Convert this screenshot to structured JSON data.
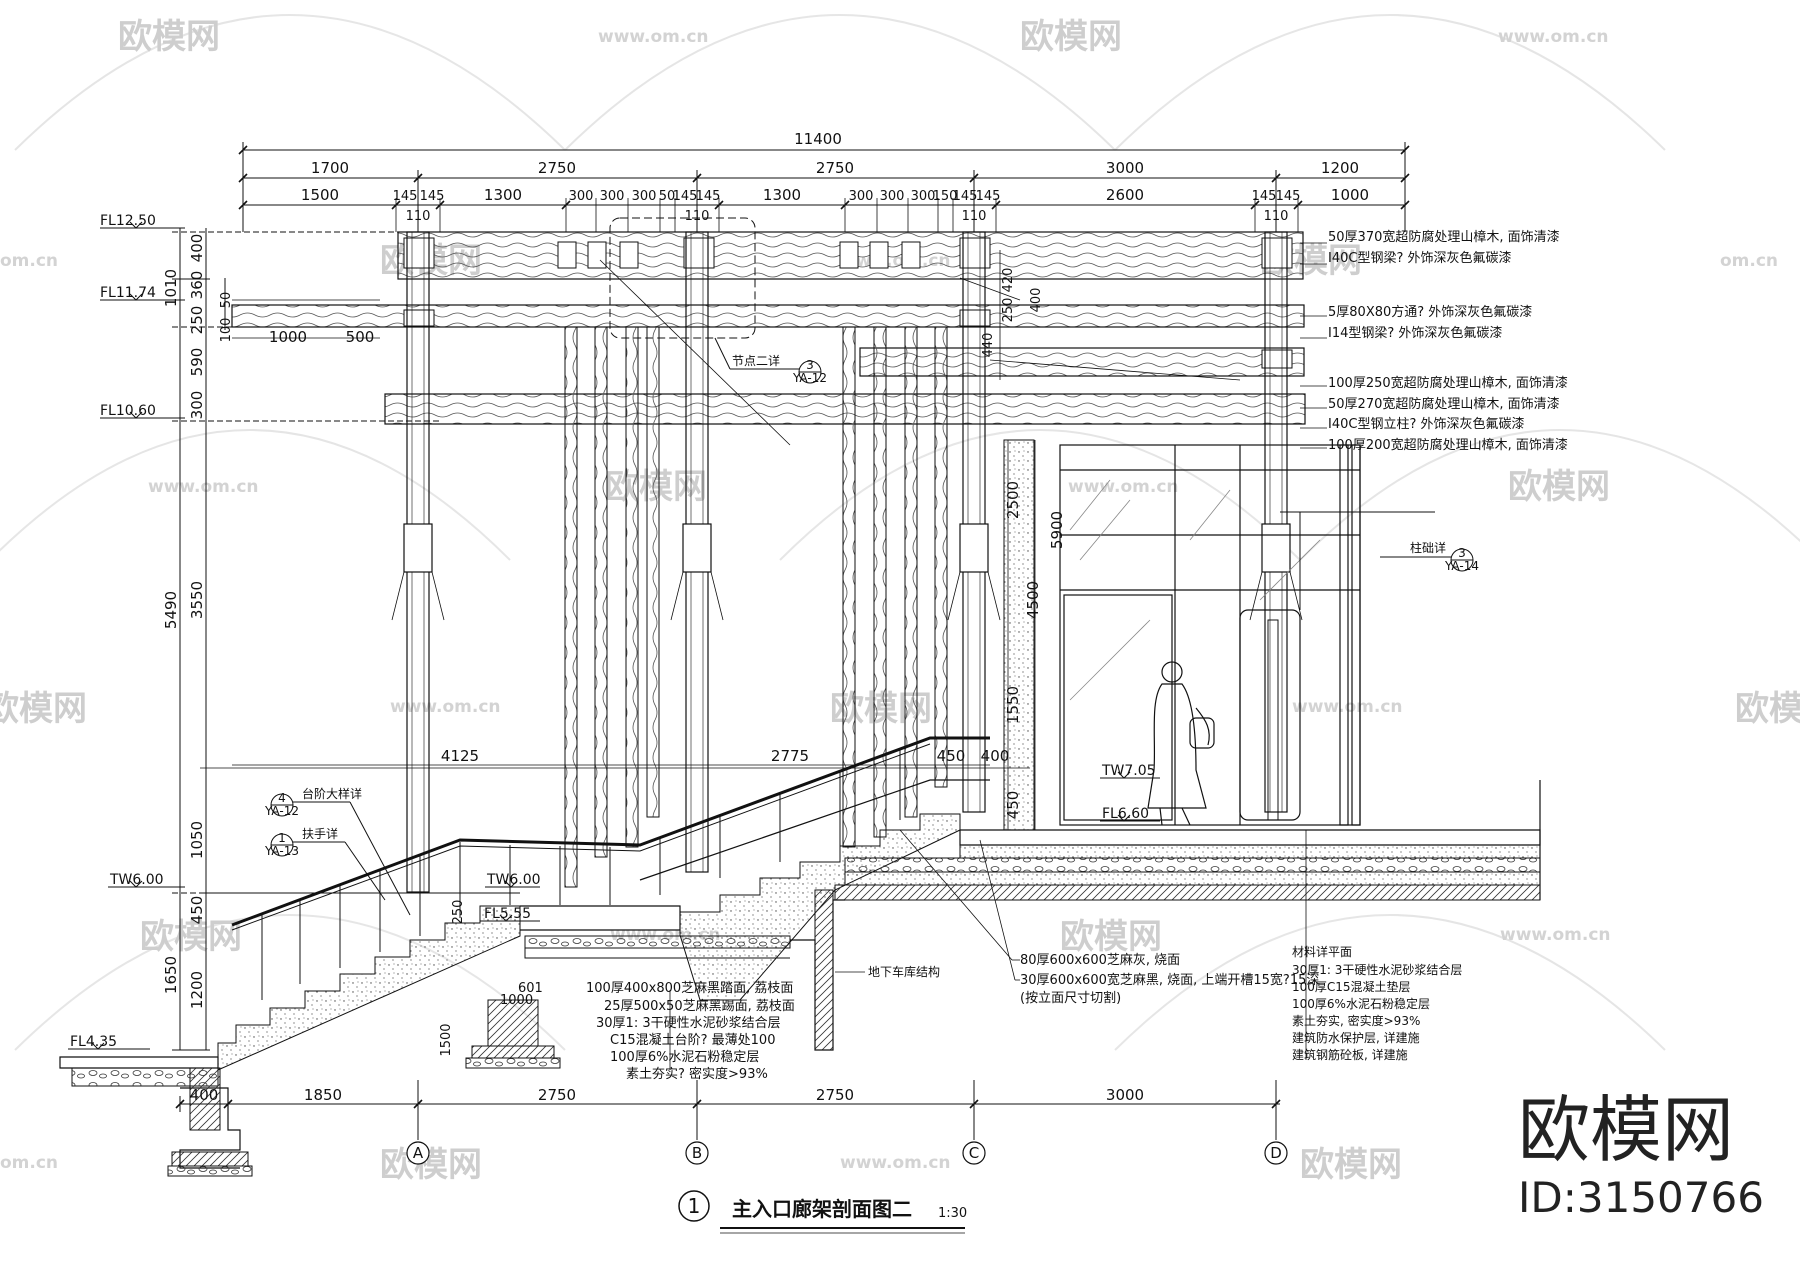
{
  "title": {
    "number": "1",
    "text": "主入口廊架剖面图二",
    "scale": "1:30"
  },
  "brand": {
    "name": "欧模网",
    "id": "ID:3150766",
    "watermark": "欧模网",
    "watermark_url": "www.om.cn",
    "watermark_url_fragment": "om.cn",
    "watermark_partial": "欧模网"
  },
  "top_dimensions": {
    "overall": "11400",
    "row2": [
      "1700",
      "2750",
      "2750",
      "3000",
      "1200"
    ],
    "row3": [
      "1500",
      "145",
      "145",
      "1300",
      "300",
      "300",
      "300",
      "50",
      "145",
      "145",
      "1300",
      "300",
      "300",
      "300",
      "150",
      "145",
      "145",
      "2600",
      "145",
      "145",
      "1000"
    ],
    "sub": [
      "110",
      "110",
      "110",
      "110"
    ]
  },
  "bottom_dimensions": [
    "400",
    "1850",
    "2750",
    "2750",
    "3000"
  ],
  "axes": [
    "A",
    "B",
    "C",
    "D"
  ],
  "levels": {
    "fl1250": "FL12.50",
    "fl1174": "FL11.74",
    "fl1060": "FL10.60",
    "tw600_left": "TW6.00",
    "tw600_mid": "TW6.00",
    "fl555": "FL5.55",
    "fl435": "FL4.35",
    "tw705": "TW7.05",
    "fl660": "FL6.60"
  },
  "left_dimensions": {
    "outer": [
      "1010",
      "5490",
      "1650"
    ],
    "inner": [
      "400",
      "360",
      "250",
      "590",
      "300",
      "3550",
      "1050",
      "450",
      "1200"
    ],
    "small": [
      "50",
      "100"
    ]
  },
  "inline_dimensions": {
    "beam_ext": [
      "1000",
      "500"
    ],
    "railing": [
      "4125",
      "2775",
      "450",
      "400"
    ],
    "mid_vertical": [
      "420",
      "250",
      "440",
      "400"
    ],
    "right_vertical": [
      "2500",
      "5900",
      "4500",
      "1550",
      "450"
    ],
    "stair_step": "250",
    "stair_detail": [
      "601",
      "1000",
      "1500"
    ]
  },
  "callouts": {
    "node2": {
      "label": "节点二详",
      "num": "3",
      "sheet": "YA-12"
    },
    "column": {
      "label": "柱础详",
      "num": "3",
      "sheet": "YA-14"
    },
    "stair": {
      "label": "台阶大样详",
      "num": "4",
      "sheet": "YA-12"
    },
    "handrail": {
      "label": "扶手详",
      "num": "1",
      "sheet": "YA-13"
    }
  },
  "right_notes": [
    "50厚370宽超防腐处理山樟木, 面饰清漆",
    "I40C型钢梁? 外饰深灰色氟碳漆",
    "5厚80X80方通? 外饰深灰色氟碳漆",
    "I14型钢梁? 外饰深灰色氟碳漆",
    "100厚250宽超防腐处理山樟木, 面饰清漆",
    "50厚270宽超防腐处理山樟木, 面饰清漆",
    "I40C型钢立柱? 外饰深灰色氟碳漆",
    "100厚200宽超防腐处理山樟木, 面饰清漆"
  ],
  "stair_notes": [
    "100厚400x800芝麻黑踏面, 荔枝面",
    "25厚500x50芝麻黑踢面, 荔枝面",
    "30厚1: 3干硬性水泥砂浆结合层",
    "C15混凝土台阶? 最薄处100",
    "100厚6%水泥石粉稳定层",
    "素土夯实? 密实度>93%"
  ],
  "paving_notes": [
    "80厚600x600芝麻灰, 烧面",
    "30厚600x600宽芝麻黑, 烧面, 上端开槽15宽?15深",
    "(按立面尺寸切割)"
  ],
  "garage_label": "地下车库结构",
  "legend_notes": [
    "材料详平面",
    "30厚1: 3干硬性水泥砂浆结合层",
    "100厚C15混凝土垫层",
    "100厚6%水泥石粉稳定层",
    "素土夯实, 密实度>93%",
    "建筑防水保护层, 详建施",
    "建筑钢筋砼板, 详建施"
  ]
}
